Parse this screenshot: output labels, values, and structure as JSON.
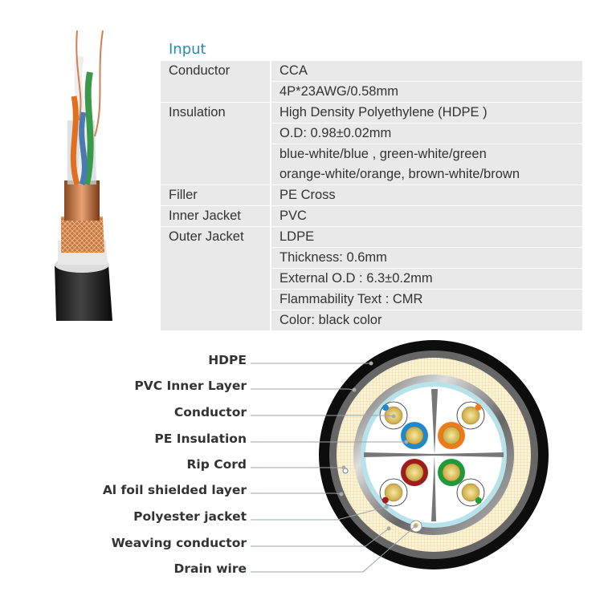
{
  "spec_table": {
    "title": "Input",
    "rows": [
      {
        "label": "Conductor",
        "values": [
          "CCA",
          "4P*23AWG/0.58mm"
        ]
      },
      {
        "label": "Insulation",
        "values": [
          "High Density Polyethylene (HDPE )",
          "O.D: 0.98±0.02mm",
          "blue-white/blue , green-white/green",
          "orange-white/orange, brown-white/brown"
        ]
      },
      {
        "label": "Filler",
        "values": [
          "PE Cross"
        ]
      },
      {
        "label": "Inner Jacket",
        "values": [
          "PVC"
        ]
      },
      {
        "label": "Outer Jacket",
        "values": [
          "LDPE",
          "Thickness: 0.6mm",
          "External O.D : 6.3±0.2mm",
          "Flammability Text : CMR",
          "Color: black color"
        ]
      }
    ]
  },
  "diagram": {
    "labels": [
      "HDPE",
      "PVC Inner Layer",
      "Conductor",
      "PE Insulation",
      "Rip Cord",
      "Al foil shielded layer",
      "Polyester jacket",
      "Weaving conductor",
      "Drain wire"
    ]
  },
  "colors": {
    "title": "#2a8bb0",
    "table_bg": "#e9e9e9",
    "blue": "#1e88d0",
    "orange": "#f07a18",
    "brown": "#a01c1c",
    "green": "#1e9a3a"
  }
}
